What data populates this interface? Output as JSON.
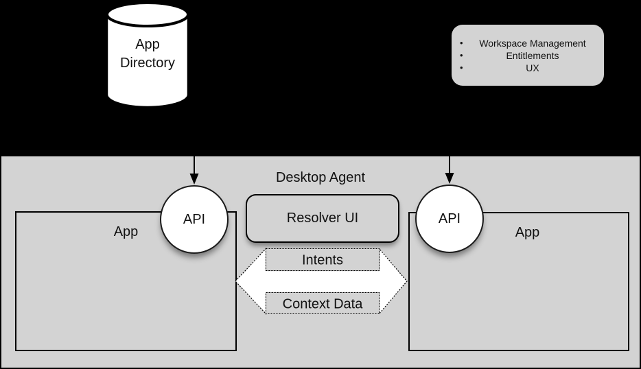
{
  "colors": {
    "canvas_bg": "#000000",
    "panel_bg": "#d3d3d3",
    "node_fill": "#ffffff",
    "stroke": "#000000"
  },
  "app_directory": {
    "label": "App\nDirectory"
  },
  "features_box": {
    "bullet": "•",
    "items": [
      "Workspace Management",
      "Entitlements",
      "UX"
    ]
  },
  "desktop_agent": {
    "title": "Desktop Agent",
    "resolver_label": "Resolver UI"
  },
  "apps": {
    "left": {
      "label": "App",
      "api_label": "API"
    },
    "right": {
      "label": "App",
      "api_label": "API"
    }
  },
  "message_arrow": {
    "top_label": "Intents",
    "bottom_label": "Context Data"
  }
}
